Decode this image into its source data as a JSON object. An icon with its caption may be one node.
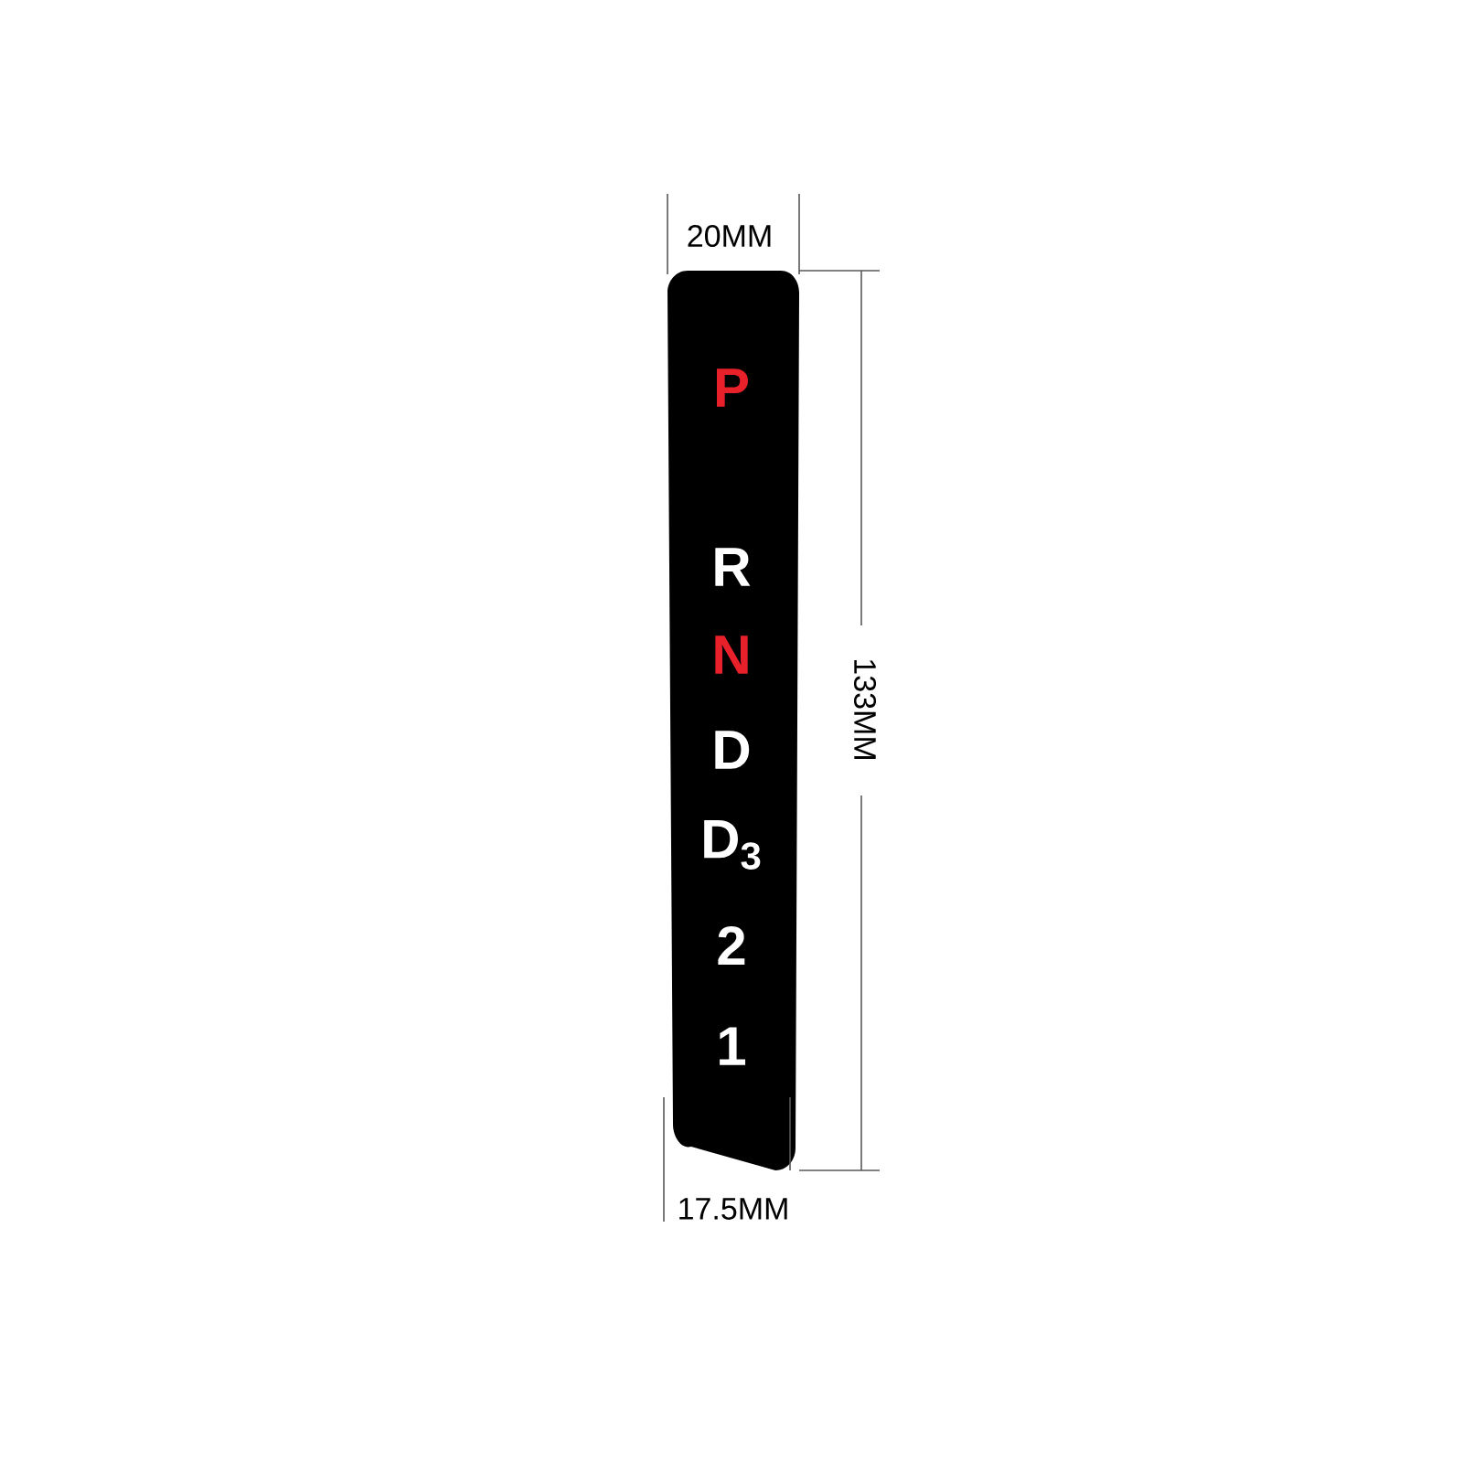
{
  "diagram": {
    "nodes": [
      {
        "text": [
          "P",
          "R",
          "N",
          "D",
          "D$_{3}$",
          "2",
          "1"
        ]
      }
    ],
    "labels": [
      "20MM",
      "133MM",
      "17.5MM"
    ]
  }
}
